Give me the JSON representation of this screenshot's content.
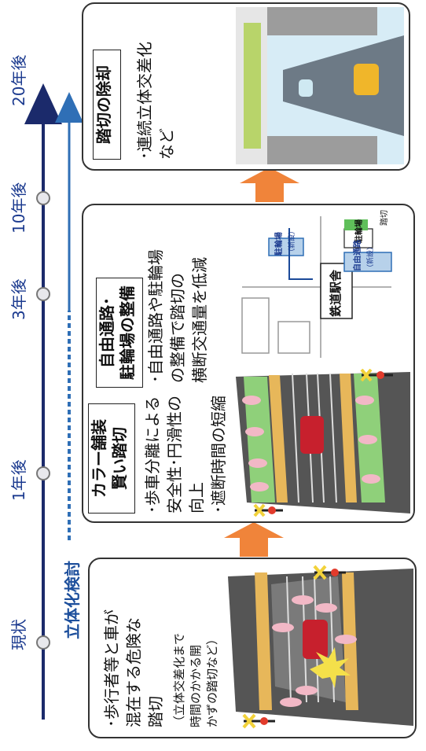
{
  "timeline": {
    "labels": [
      "現状",
      "1年後",
      "3年後",
      "10年後",
      "20年後"
    ],
    "study_label": "立体化検討"
  },
  "panels": {
    "current": {
      "text_lines": [
        "･歩行者等と車が",
        "混在する危険な",
        "踏切"
      ],
      "note_lines": [
        "（立体交差化まで",
        "時間のかかる開",
        "かずの踏切など）"
      ]
    },
    "smart": {
      "title_lines": [
        "カラー舗装",
        "賢い踏切"
      ],
      "text_lines": [
        "･歩車分離による",
        "安全性･円滑性の",
        "向上",
        "･遮断時間の短縮"
      ]
    },
    "passage": {
      "title_lines": [
        "自由通路･",
        "駐輪場の整備"
      ],
      "text_lines": [
        "･自由通路や駐輪場",
        "の整備で踏切の",
        "横断交通量を低減"
      ],
      "map": {
        "bike_parking_a": "駐輪場",
        "free_passage": "自由通路",
        "free_passage_sub": "（新設）",
        "bike_parking_b": "駐輪場",
        "bike_parking_b_sub": "（新設）",
        "crossing": "踏切",
        "station": "鉄道駅舎"
      }
    },
    "elimination": {
      "title": "踏切の除却",
      "text_lines": [
        "･連続立体交差化",
        "など"
      ]
    }
  },
  "colors": {
    "timeline_main": "#1b2a6b",
    "timeline_study": "#2f6fb6",
    "arrow": "#f0843a",
    "green_paving": "#8fd07a",
    "hatch": "#e7b75a"
  }
}
